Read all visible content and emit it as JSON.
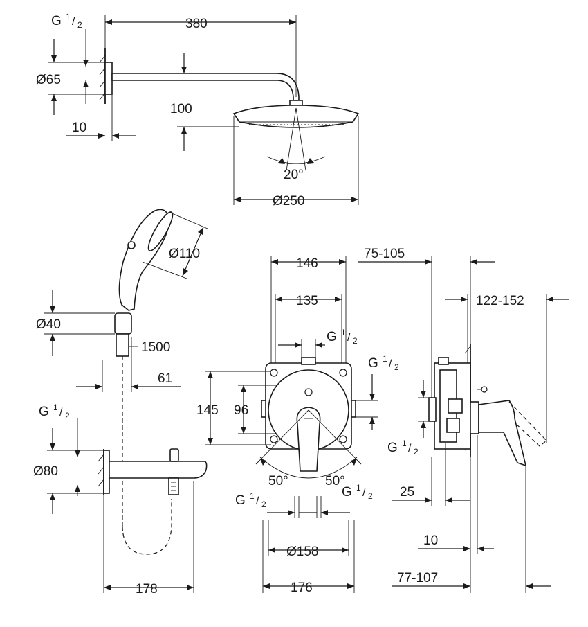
{
  "shower_head": {
    "thread": {
      "main": "G",
      "num": "1",
      "den": "2"
    },
    "arm_length": "380",
    "flange_diameter": "Ø65",
    "drop": "100",
    "wall_offset": "10",
    "tilt_angle": "20°",
    "head_diameter": "Ø250"
  },
  "hand_shower": {
    "head_diameter": "Ø110",
    "holder_diameter": "Ø40",
    "hose_length": "1500",
    "holder_projection": "61"
  },
  "bath_spout": {
    "thread": {
      "main": "G",
      "num": "1",
      "den": "2"
    },
    "flange_diameter": "Ø80",
    "projection": "178"
  },
  "mixer_front": {
    "width_outer": "146",
    "width_inner": "135",
    "thread_top": {
      "main": "G",
      "num": "1",
      "den": "2"
    },
    "thread_right": {
      "main": "G",
      "num": "1",
      "den": "2"
    },
    "height_outer": "145",
    "height_inner": "96",
    "angle_left": "50°",
    "angle_right": "50°",
    "thread_bottom_left": {
      "main": "G",
      "num": "1",
      "den": "2"
    },
    "thread_bottom_right": {
      "main": "G",
      "num": "1",
      "den": "2"
    },
    "rosette_diameter": "Ø158",
    "rosette_width": "176"
  },
  "mixer_side": {
    "installation_depth": "75-105",
    "total_depth": "122-152",
    "thread": {
      "main": "G",
      "num": "1",
      "den": "2"
    },
    "wall_distance": "25",
    "trim_offset": "10",
    "handle_depth": "77-107"
  }
}
